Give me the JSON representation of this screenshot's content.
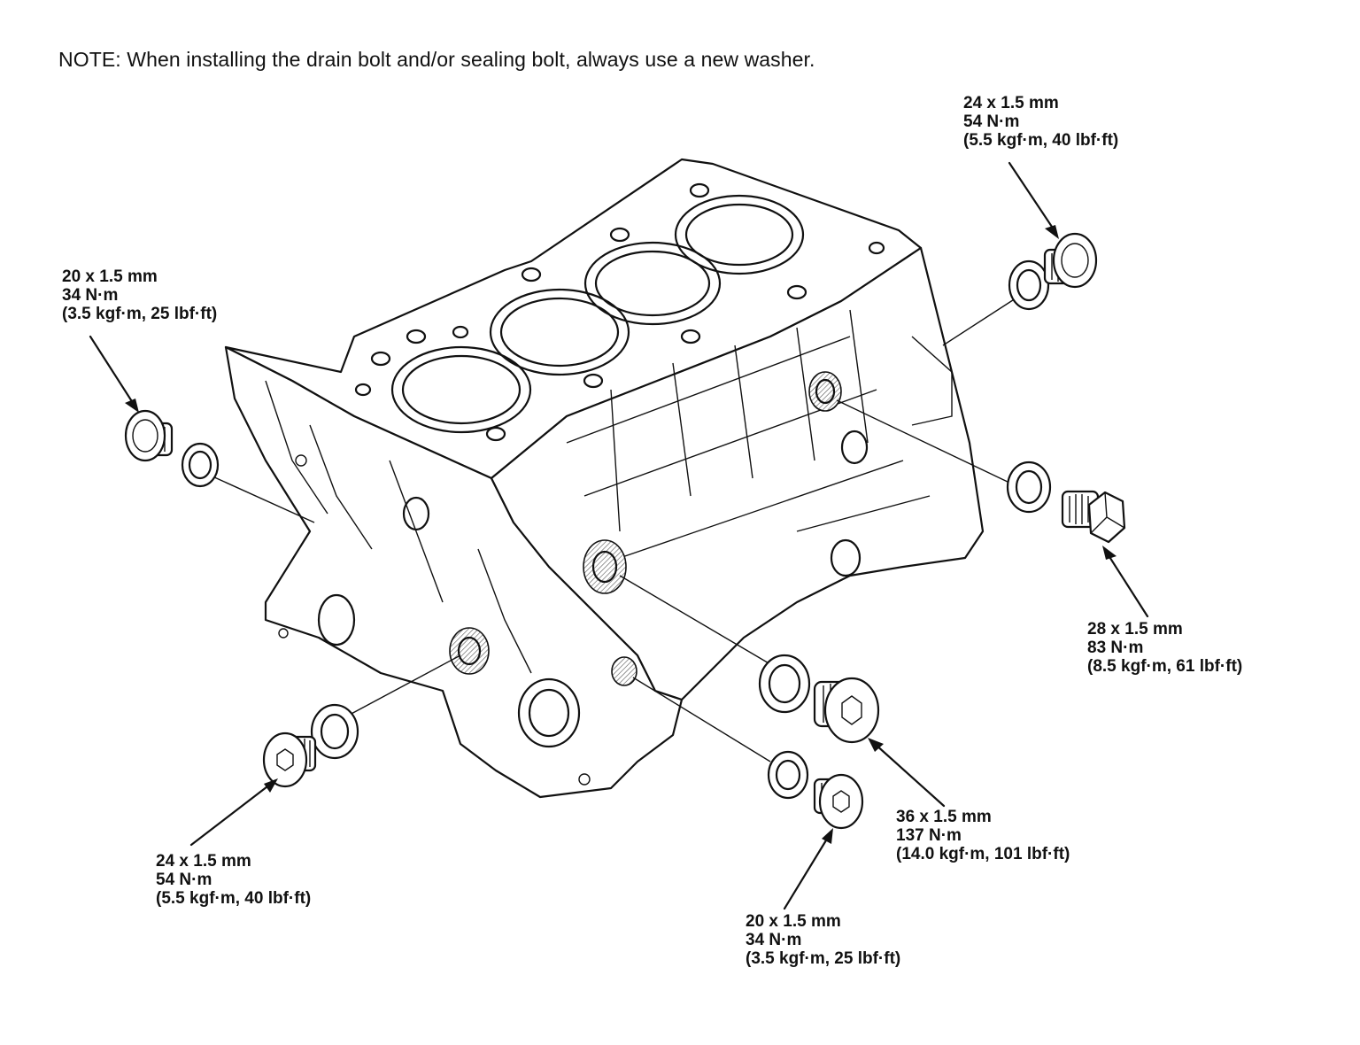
{
  "note": "NOTE: When installing the drain bolt and/or sealing bolt, always use a new washer.",
  "specs": {
    "top_right": {
      "size": "24 x 1.5 mm",
      "torque": "54 N·m",
      "alt": "(5.5 kgf·m, 40 lbf·ft)"
    },
    "left": {
      "size": "20 x 1.5 mm",
      "torque": "34 N·m",
      "alt": "(3.5 kgf·m, 25 lbf·ft)"
    },
    "right": {
      "size": "28 x 1.5 mm",
      "torque": "83 N·m",
      "alt": "(8.5 kgf·m, 61 lbf·ft)"
    },
    "center_right": {
      "size": "36 x 1.5 mm",
      "torque": "137 N·m",
      "alt": "(14.0 kgf·m, 101 lbf·ft)"
    },
    "bottom_left": {
      "size": "24 x 1.5 mm",
      "torque": "54 N·m",
      "alt": "(5.5 kgf·m, 40 lbf·ft)"
    },
    "bottom_center": {
      "size": "20 x 1.5 mm",
      "torque": "34 N·m",
      "alt": "(3.5 kgf·m, 25 lbf·ft)"
    }
  },
  "illustration": {
    "subject": "engine-block",
    "bolt_icon": "sealing-bolt-icon",
    "washer_icon": "sealing-washer-icon"
  }
}
